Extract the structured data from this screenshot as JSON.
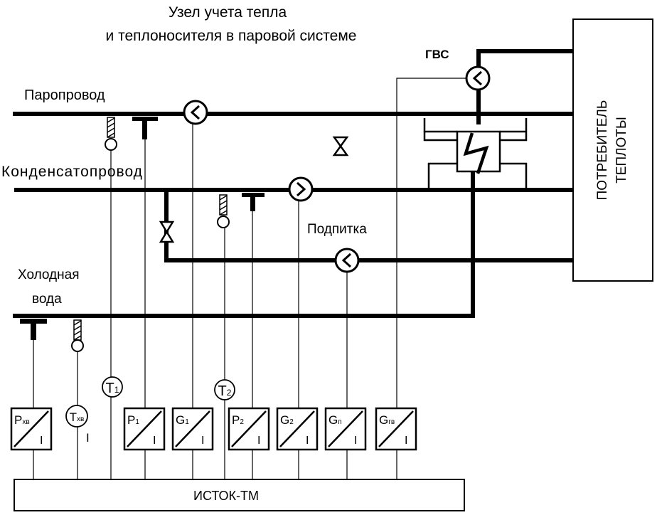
{
  "title": {
    "line1": "Узел учета тепла",
    "line2": "и теплоносителя в паровой системе"
  },
  "pipes": {
    "steam": "Паропровод",
    "condensate": "Конденсатопровод",
    "cold_water_line1": "Холодная",
    "cold_water_line2": "вода",
    "makeup": "Подпитка",
    "dhw": "ГВС"
  },
  "consumer": {
    "line1": "ПОТРЕБИТЕЛЬ",
    "line2": "ТЕПЛОТЫ"
  },
  "sensors": {
    "t1": {
      "main": "T",
      "sub": "1"
    },
    "t2": {
      "main": "T",
      "sub": "2"
    },
    "txv": {
      "main": "T",
      "sub": "хв",
      "out": "I"
    }
  },
  "transducers": [
    {
      "main": "P",
      "sub": "хв",
      "out": "I"
    },
    {
      "main": "P",
      "sub": "1",
      "out": "I"
    },
    {
      "main": "G",
      "sub": "1",
      "out": "I"
    },
    {
      "main": "P",
      "sub": "2",
      "out": "I"
    },
    {
      "main": "G",
      "sub": "2",
      "out": "I"
    },
    {
      "main": "G",
      "sub": "п",
      "out": "I"
    },
    {
      "main": "G",
      "sub": "гв",
      "out": "I"
    }
  ],
  "controller": "ИСТОК-ТМ"
}
